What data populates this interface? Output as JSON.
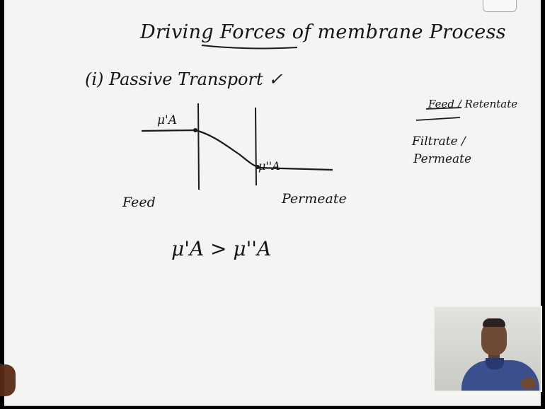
{
  "board": {
    "title": "Driving Forces of membrane Process",
    "subtitle": "(i) Passive Transport ✓",
    "side_label_top": "Feed / Retentate",
    "side_label_bottom_1": "Filtrate /",
    "side_label_bottom_2": "Permeate",
    "mu_feed": "μ'A",
    "mu_permeate": "μ''A",
    "label_feed": "Feed",
    "label_permeate": "Permeate",
    "inequality": "μ'A > μ''A"
  }
}
